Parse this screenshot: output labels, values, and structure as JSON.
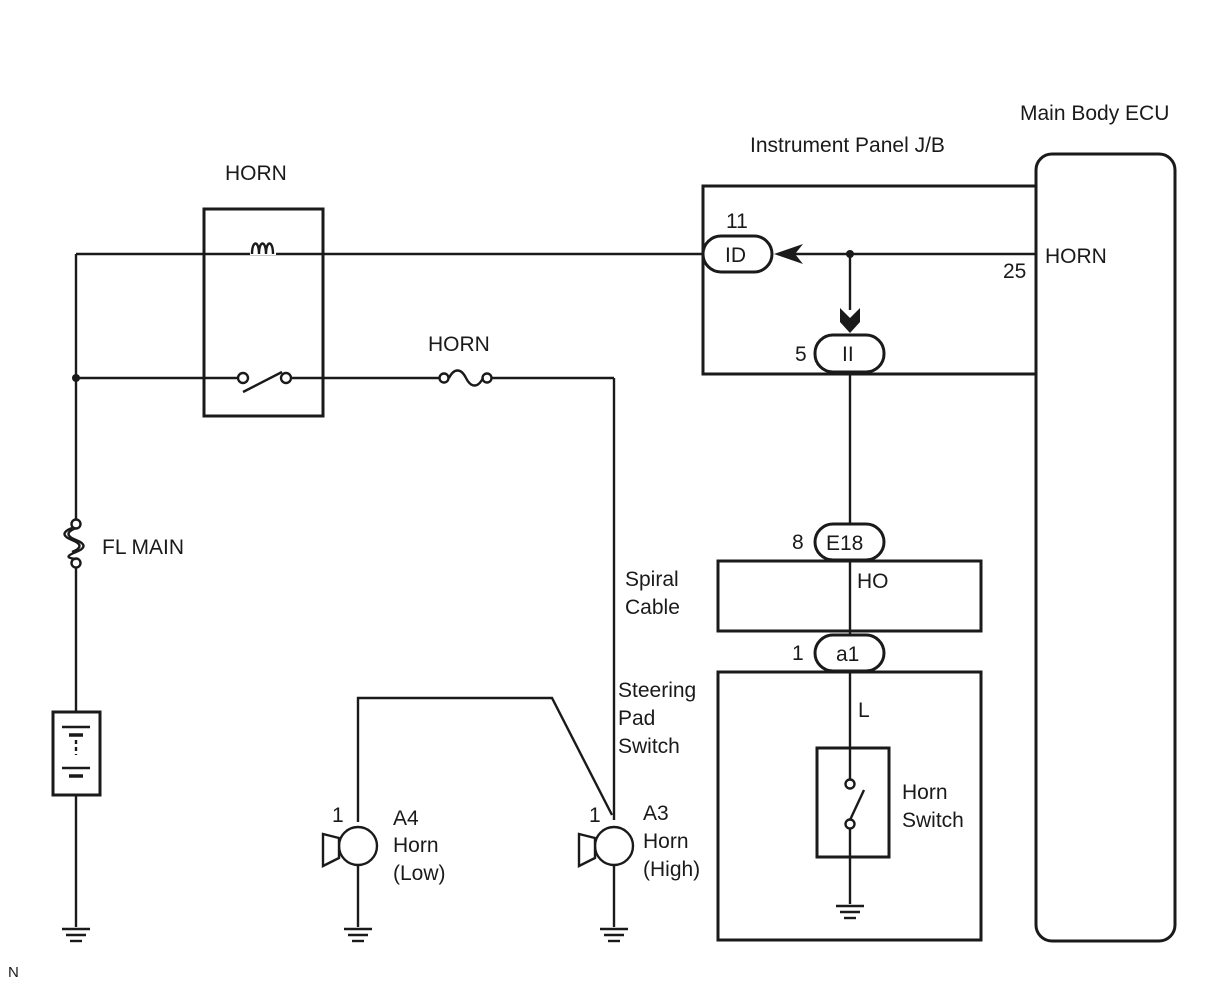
{
  "labels": {
    "main_body_ecu": "Main Body ECU",
    "instrument_panel_jb": "Instrument Panel J/B",
    "horn_relay": "HORN",
    "horn_fuse": "HORN",
    "ecu_terminal": "HORN",
    "fl_main": "FL MAIN",
    "spiral_cable_1": "Spiral",
    "spiral_cable_2": "Cable",
    "steering_pad_1": "Steering",
    "steering_pad_2": "Pad",
    "steering_pad_3": "Switch",
    "horn_switch_1": "Horn",
    "horn_switch_2": "Switch",
    "a4_code": "A4",
    "a4_name": "Horn",
    "a4_type": "(Low)",
    "a3_code": "A3",
    "a3_name": "Horn",
    "a3_type": "(High)",
    "spiral_wire_code": "HO",
    "switch_wire_code": "L",
    "corner_mark": "N"
  },
  "connectors": {
    "id": {
      "code": "ID",
      "pin": "11"
    },
    "ii": {
      "code": "II",
      "pin": "5"
    },
    "e18": {
      "code": "E18",
      "pin": "8"
    },
    "a1": {
      "code": "a1",
      "pin": "1"
    },
    "ecu_pin": "25",
    "a4_pin": "1",
    "a3_pin": "1"
  }
}
